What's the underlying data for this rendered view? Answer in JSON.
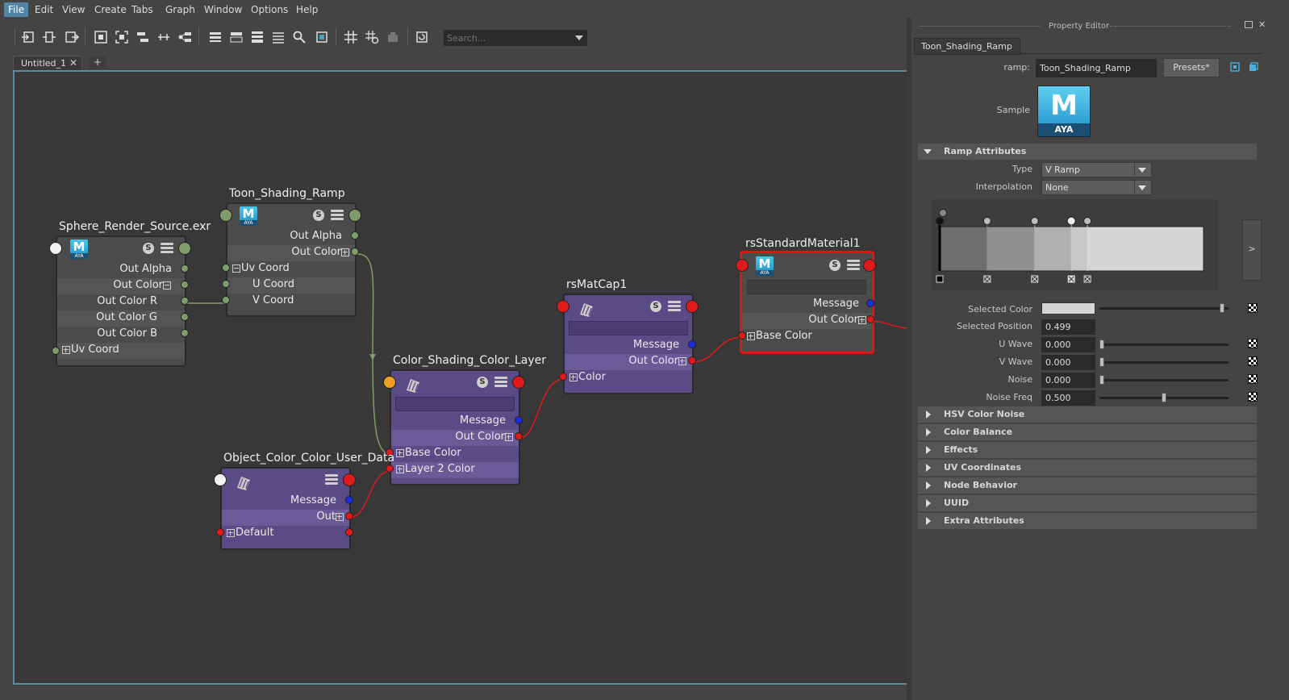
{
  "menu": [
    "File",
    "Edit",
    "View",
    "Create",
    "Tabs",
    "Graph",
    "Window",
    "Options",
    "Help"
  ],
  "search": {
    "placeholder": "Search..."
  },
  "tabs": {
    "active": "Untitled_1",
    "add": "+"
  },
  "nodes": {
    "sphere": {
      "title": "Sphere_Render_Source.exr",
      "rows": [
        "Out Alpha",
        "Out Color",
        "Out Color R",
        "Out Color G",
        "Out Color B",
        "Uv Coord"
      ]
    },
    "toon": {
      "title": "Toon_Shading_Ramp",
      "rows": [
        "Out Alpha",
        "Out Color",
        "Uv Coord",
        "U Coord",
        "V Coord"
      ]
    },
    "layer": {
      "title": "Color_Shading_Color_Layer",
      "rows": [
        "Message",
        "Out Color",
        "Base Color",
        "Layer 2 Color"
      ]
    },
    "userdata": {
      "title": "Object_Color_Color_User_Data",
      "rows": [
        "Message",
        "Out",
        "Default"
      ]
    },
    "matcap": {
      "title": "rsMatCap1",
      "rows": [
        "Message",
        "Out Color",
        "Color"
      ]
    },
    "standard": {
      "title": "rsStandardMaterial1",
      "rows": [
        "Message",
        "Out Color",
        "Base Color"
      ]
    }
  },
  "icons": {
    "s_badge": "S",
    "maya_m": "M",
    "maya_aya": "AYA"
  },
  "property_editor": {
    "title": "Property Editor",
    "tab": "Toon_Shading_Ramp",
    "ramp_label": "ramp:",
    "ramp_value": "Toon_Shading_Ramp",
    "presets": "Presets*",
    "sample_label": "Sample",
    "section_ramp": "Ramp Attributes",
    "type_label": "Type",
    "type_value": "V Ramp",
    "interp_label": "Interpolation",
    "interp_value": "None",
    "ramp_expand": ">",
    "ramp_positions": [
      0.0,
      0.18,
      0.36,
      0.499,
      0.56
    ],
    "ramp_colors": [
      "#6e6e6e",
      "#909090",
      "#b0b0b0",
      "#c8c8c8",
      "#d6d6d6"
    ],
    "selected_color_label": "Selected Color",
    "selected_color_slider": 0.95,
    "selected_position_label": "Selected Position",
    "selected_position_value": "0.499",
    "u_wave_label": "U Wave",
    "u_wave_value": "0.000",
    "v_wave_label": "V Wave",
    "v_wave_value": "0.000",
    "noise_label": "Noise",
    "noise_value": "0.000",
    "noise_freq_label": "Noise Freq",
    "noise_freq_value": "0.500",
    "collapsed_sections": [
      "HSV Color Noise",
      "Color Balance",
      "Effects",
      "UV Coordinates",
      "Node Behavior",
      "UUID",
      "Extra Attributes"
    ]
  }
}
